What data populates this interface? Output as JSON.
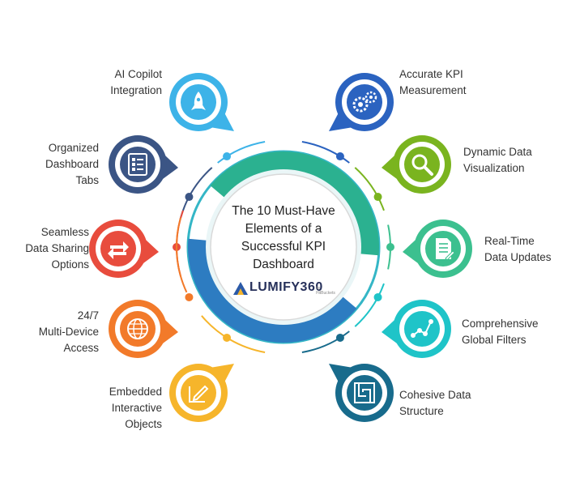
{
  "center": {
    "title": "The 10 Must-Have\nElements of a\nSuccessful KPI\nDashboard"
  },
  "logo": {
    "word": "LUMIFY360",
    "sub": "by HitBuckets"
  },
  "elements": [
    {
      "id": "ai-copilot",
      "label": "AI Copilot\nIntegration",
      "color": "#3db3e8",
      "icon": "rocket-icon",
      "side": "left"
    },
    {
      "id": "organized-tabs",
      "label": "Organized\nDashboard\nTabs",
      "color": "#3b5585",
      "icon": "list-icon",
      "side": "left"
    },
    {
      "id": "data-sharing",
      "label": "Seamless\nData Sharing\nOptions",
      "color": "#e84c3d",
      "icon": "exchange-arrows-icon",
      "side": "left"
    },
    {
      "id": "multi-device",
      "label": "24/7\nMulti-Device\nAccess",
      "color": "#f27a2a",
      "icon": "globe-icon",
      "side": "left"
    },
    {
      "id": "embedded-objects",
      "label": "Embedded\nInteractive\nObjects",
      "color": "#f6b52b",
      "icon": "edit-pencil-icon",
      "side": "left"
    },
    {
      "id": "accurate-kpi",
      "label": "Accurate KPI\nMeasurement",
      "color": "#2b63c0",
      "icon": "gears-icon",
      "side": "right"
    },
    {
      "id": "dynamic-viz",
      "label": "Dynamic Data\nVisualization",
      "color": "#7ab41f",
      "icon": "magnifier-icon",
      "side": "right"
    },
    {
      "id": "real-time",
      "label": "Real-Time\nData Updates",
      "color": "#3cc08f",
      "icon": "document-icon",
      "side": "right"
    },
    {
      "id": "global-filters",
      "label": "Comprehensive\nGlobal Filters",
      "color": "#1fc4c8",
      "icon": "scatter-nodes-icon",
      "side": "right"
    },
    {
      "id": "data-structure",
      "label": "Cohesive Data\nStructure",
      "color": "#186b8c",
      "icon": "maze-icon",
      "side": "right"
    }
  ],
  "colors": {
    "ring_green": "#2bb190",
    "ring_blue": "#2d7cc1",
    "ring_teal": "#34b6c6",
    "inner_fill": "#ffffff",
    "inner_stroke": "#d9d9d9"
  }
}
